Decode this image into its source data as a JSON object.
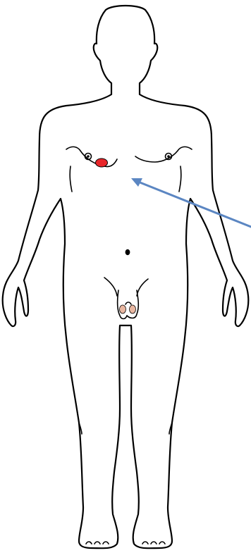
{
  "colors": {
    "outline": "#000000",
    "lesion": "#e8262a",
    "arrow": "#5b86c2",
    "testes": "#e9b7a1",
    "background": "#ffffff"
  },
  "diagram": {
    "subject": "front-view-male-body-outline",
    "markers": [
      {
        "kind": "lesion-marker",
        "location": "right-chest-below-nipple"
      },
      {
        "kind": "pointer-arrow",
        "target": "mid-chest"
      }
    ]
  }
}
